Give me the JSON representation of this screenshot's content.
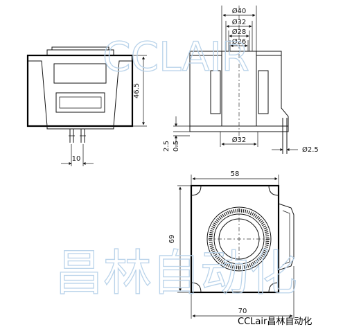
{
  "dimensions": {
    "d40": "Ø40",
    "d32_top": "Ø32",
    "d28": "Ø28",
    "d26": "Ø26",
    "h46_5": "46.5",
    "w10": "10",
    "d32_bottom": "Ø32",
    "h2_5": "2.5",
    "h0_5": "0.5",
    "d2_5": "Ø2.5",
    "w58": "58",
    "h69": "69",
    "w70": "70"
  },
  "watermark": {
    "latin": "CCLAIR",
    "cjk": "昌林自动化"
  },
  "caption": "CCLair昌林自动化"
}
